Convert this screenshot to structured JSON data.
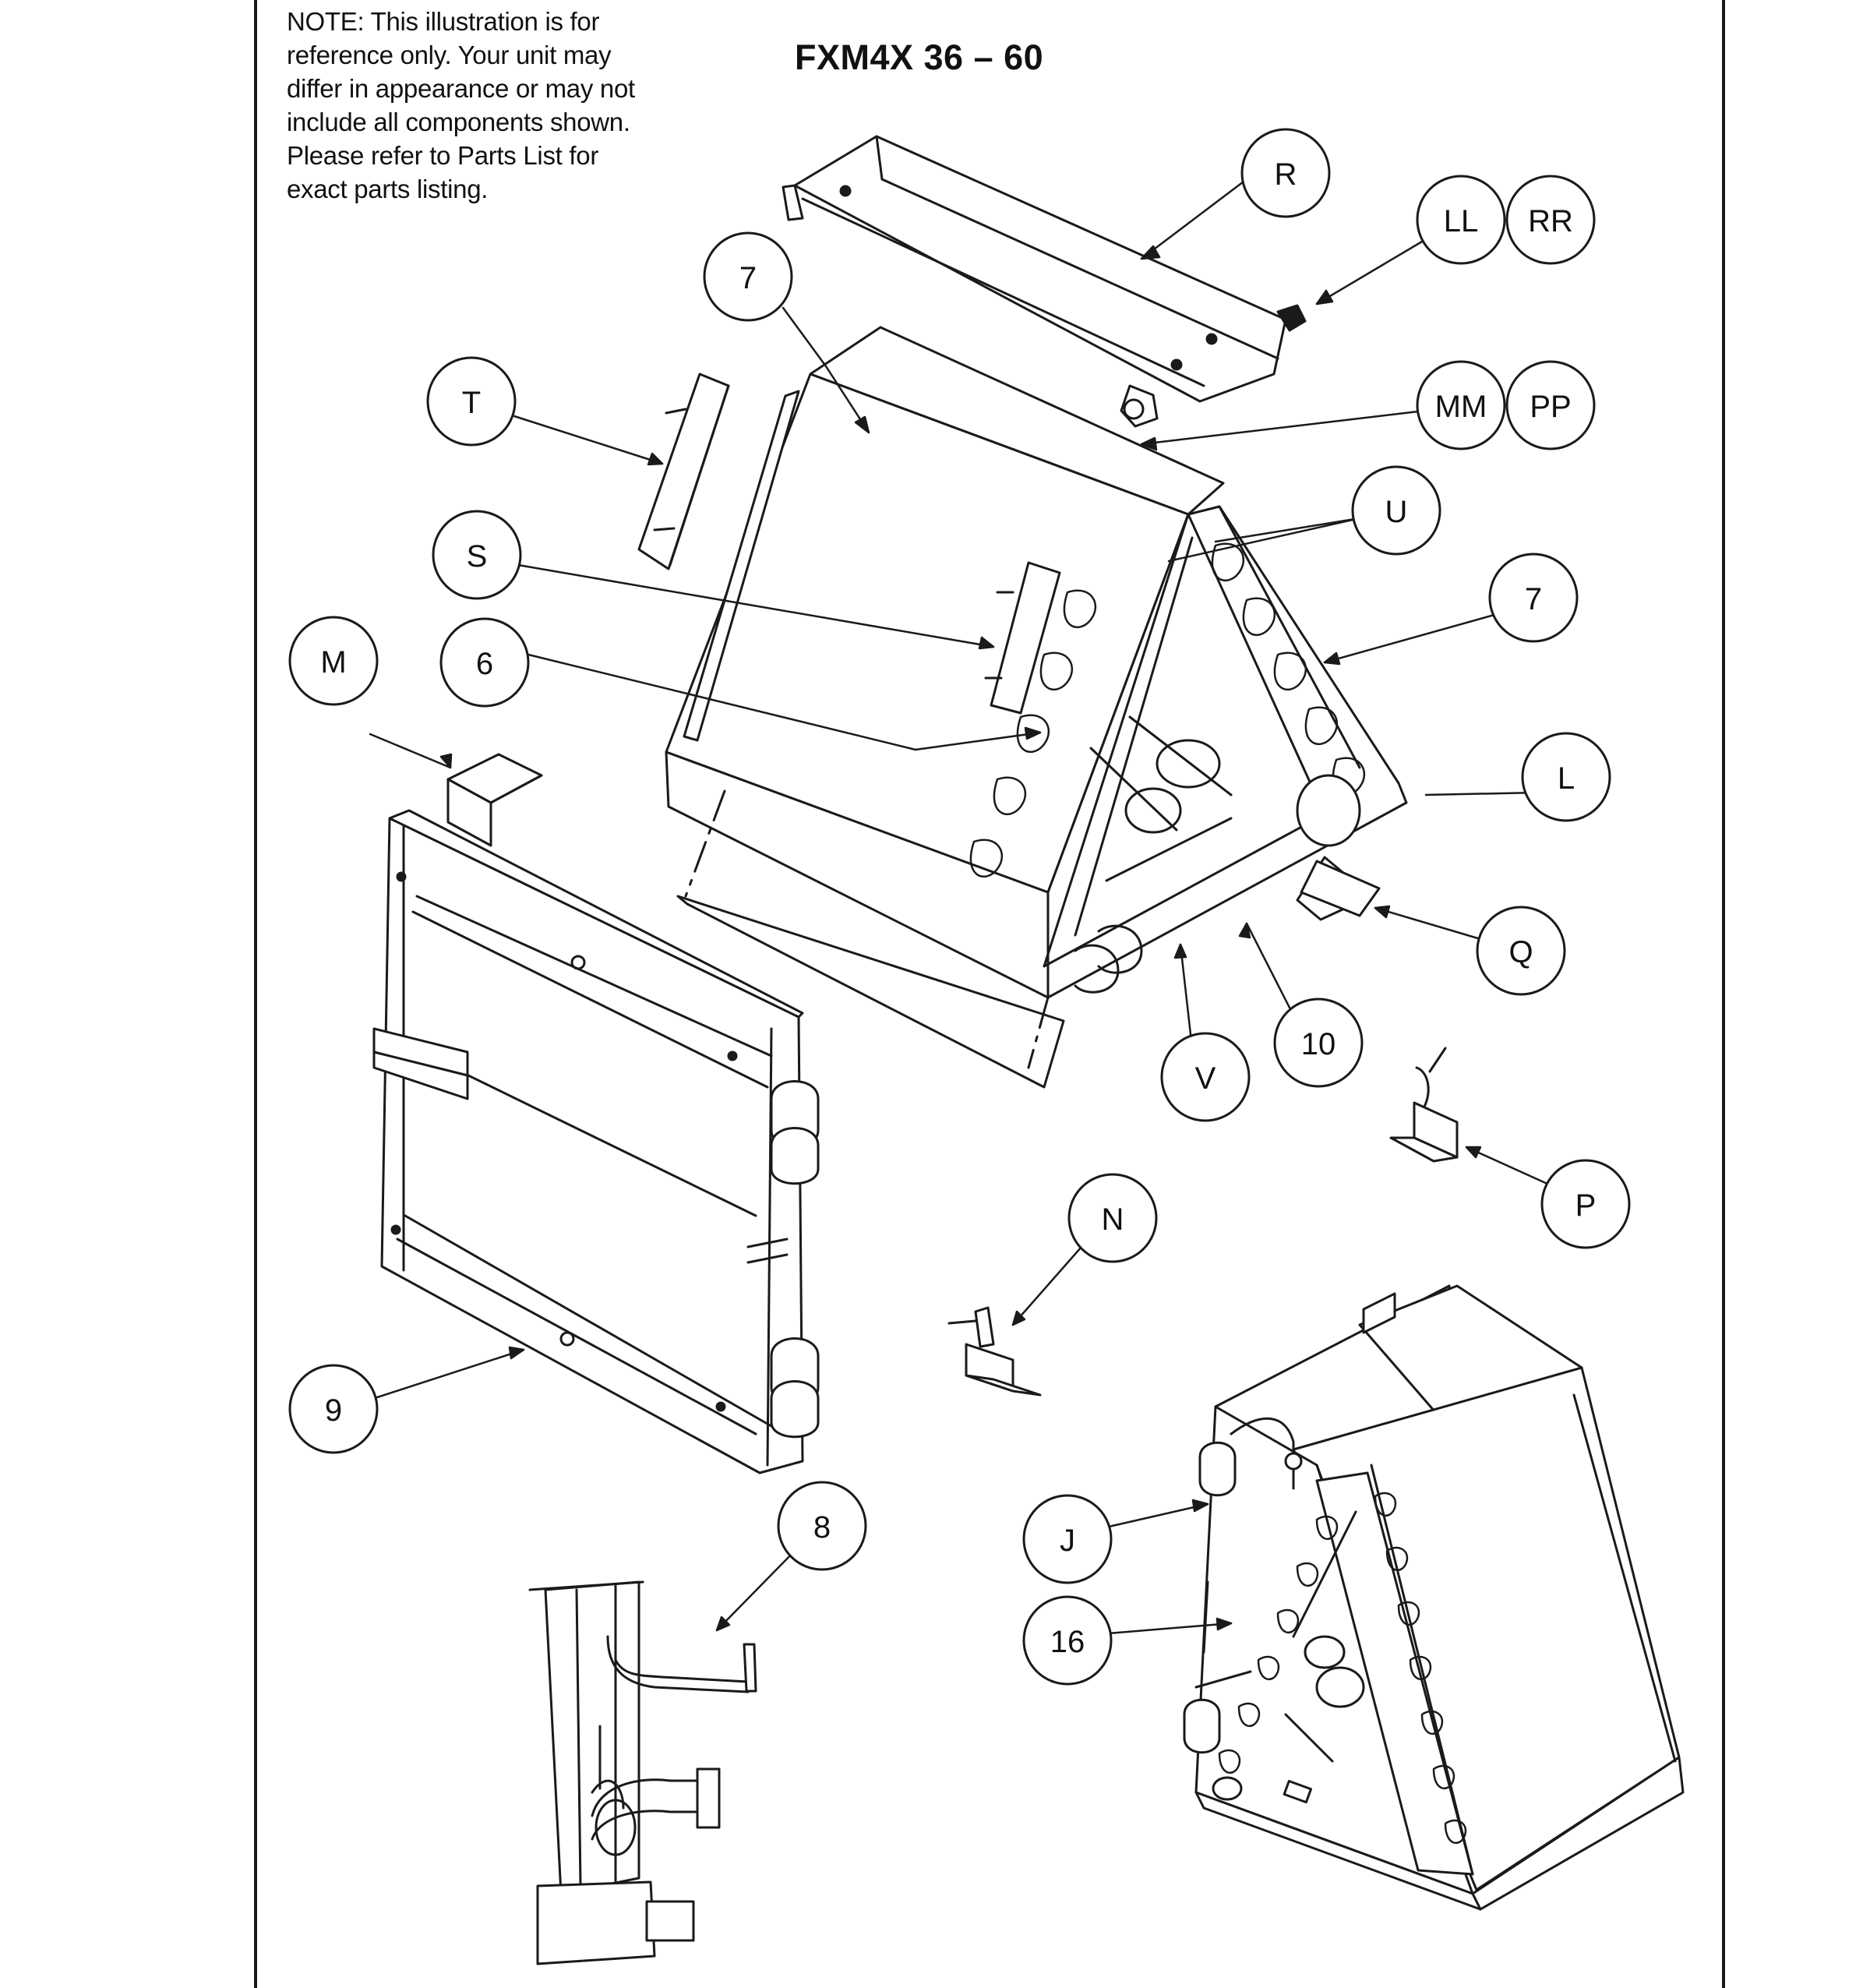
{
  "note": {
    "lines": [
      "NOTE: This illustration is for",
      "reference only.  Your unit may",
      "differ in appearance or may not",
      "include all components shown.",
      "Please refer to Parts List for",
      "exact parts listing."
    ]
  },
  "title": "FXM4X  36 – 60",
  "callouts": {
    "R": "R",
    "LL": "LL",
    "RR": "RR",
    "MM": "MM",
    "PP": "PP",
    "seven_top": "7",
    "T": "T",
    "U": "U",
    "S": "S",
    "seven_right": "7",
    "M": "M",
    "six": "6",
    "L": "L",
    "Q": "Q",
    "V": "V",
    "ten": "10",
    "P": "P",
    "N": "N",
    "nine": "9",
    "eight": "8",
    "J": "J",
    "sixteen": "16"
  }
}
